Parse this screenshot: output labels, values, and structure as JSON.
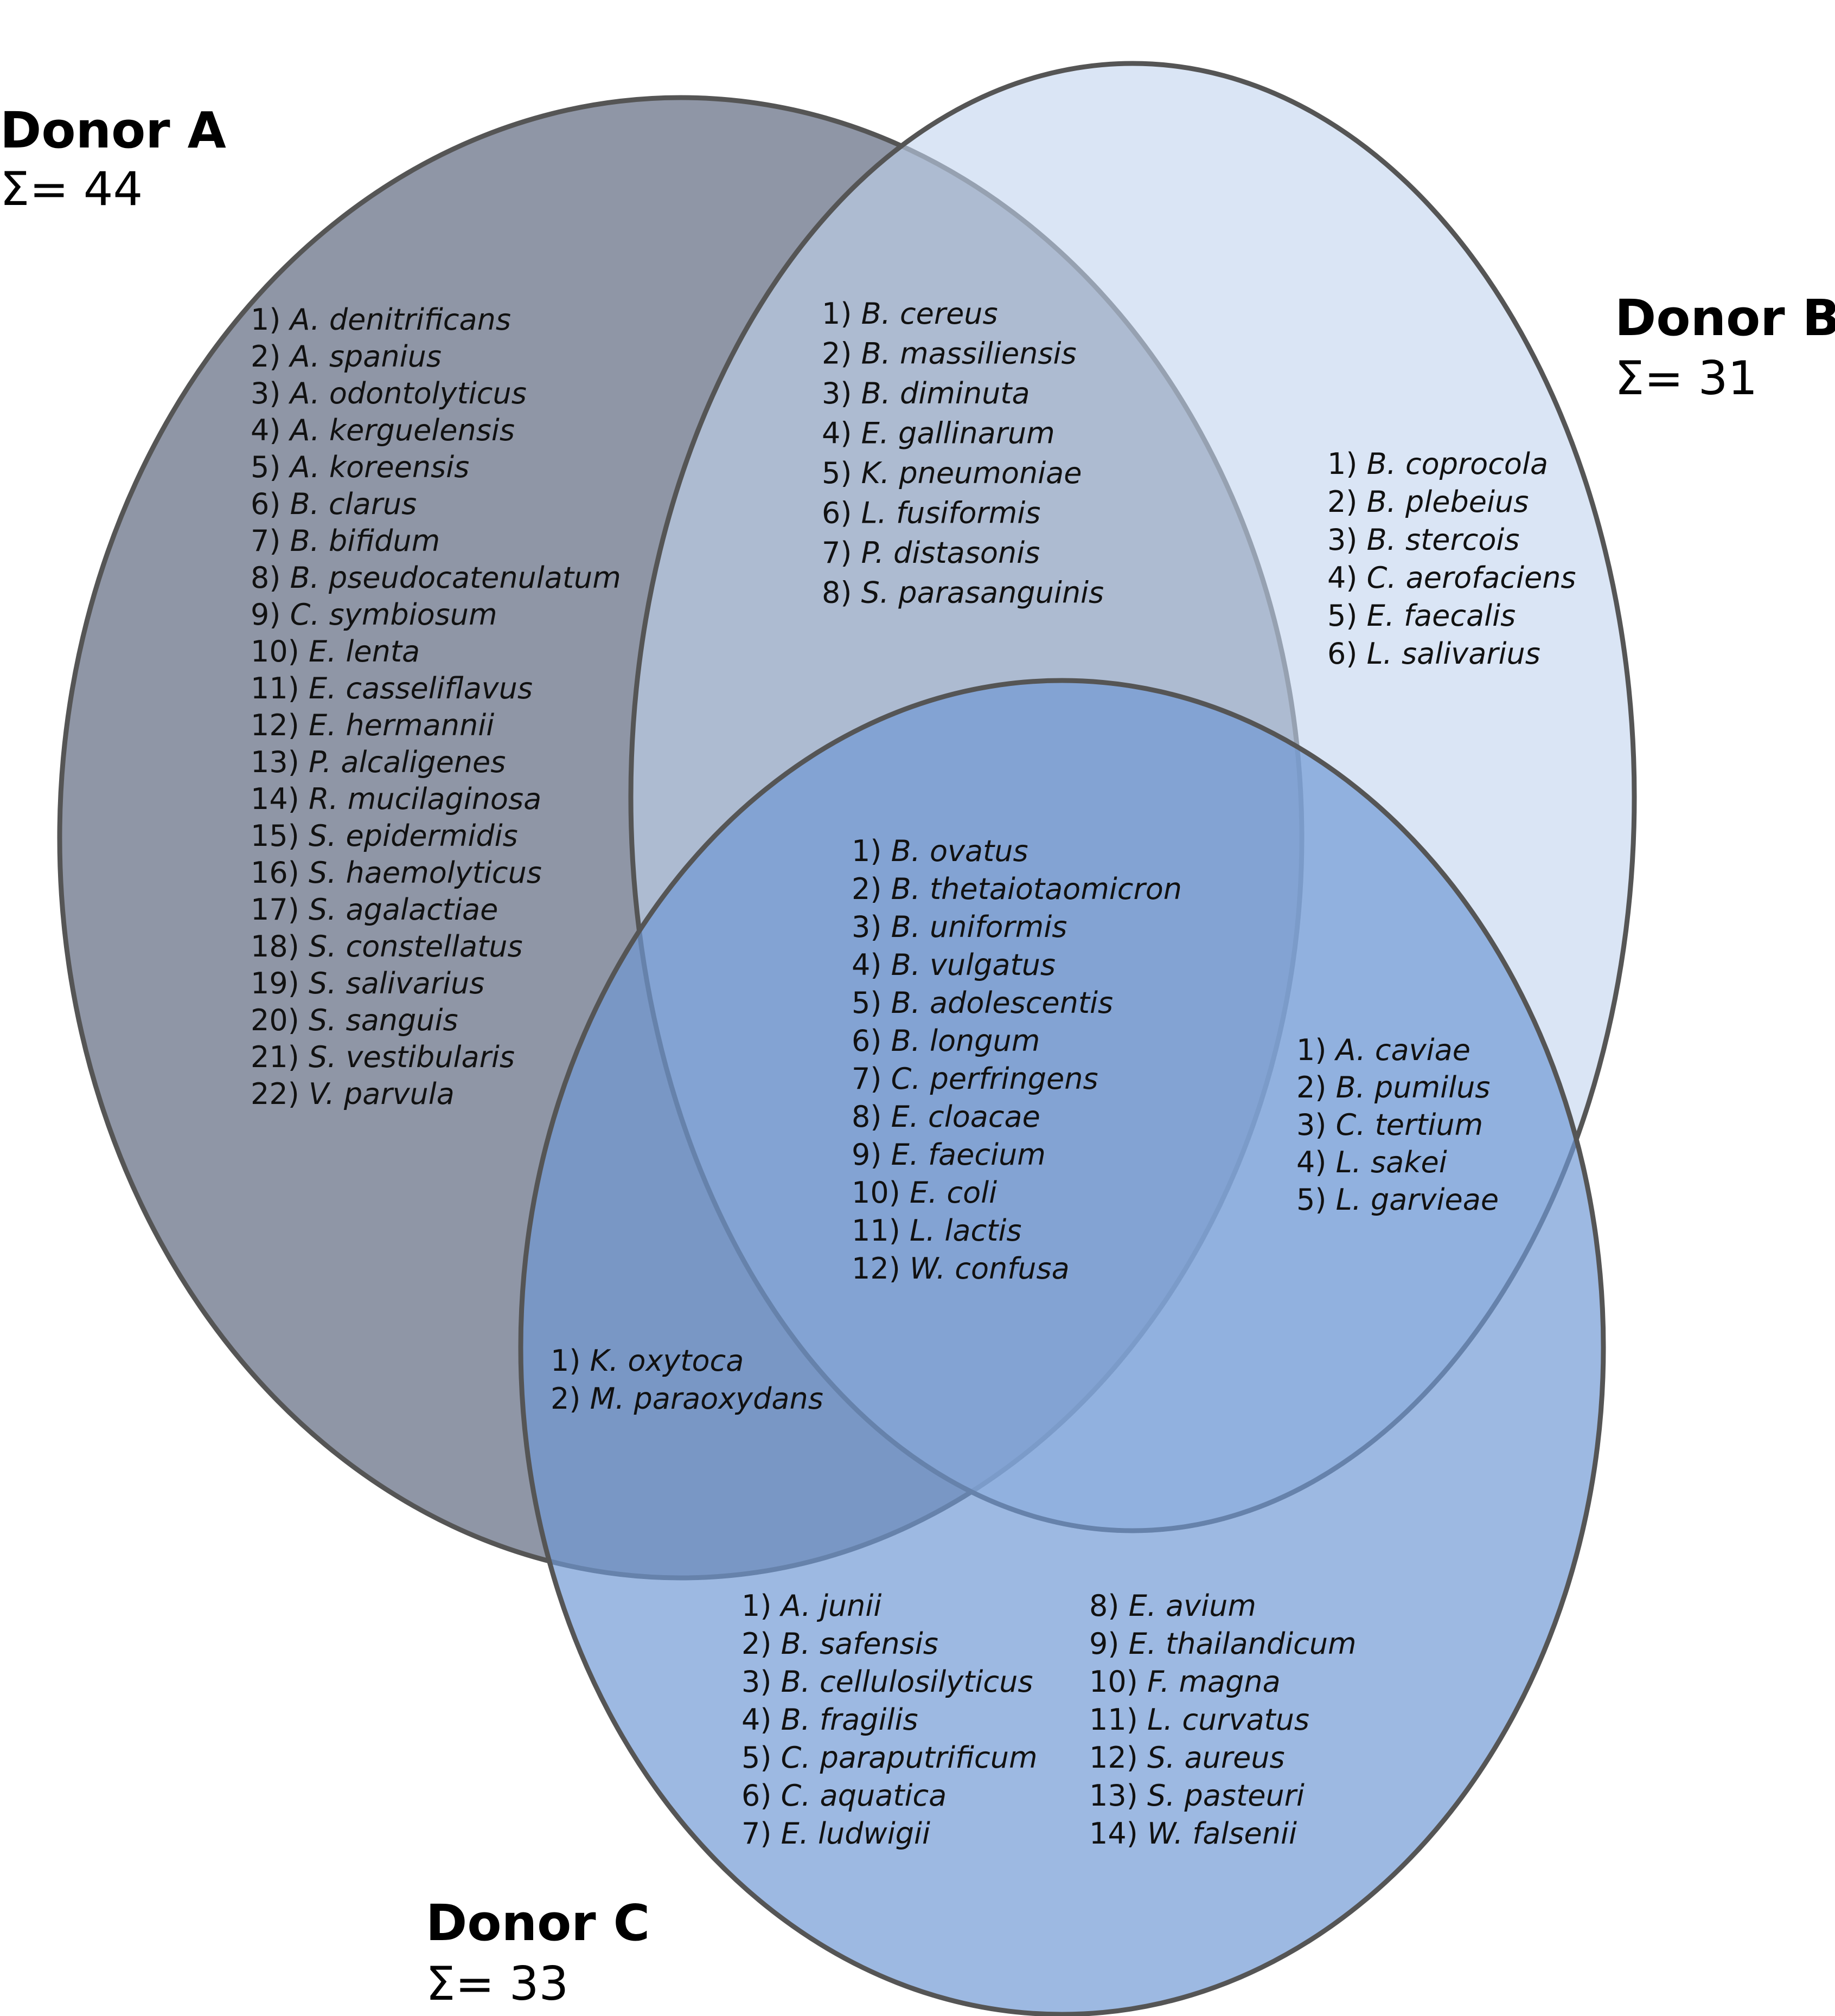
{
  "colors": {
    "donor_a": "#4a5670",
    "donor_b": "#c2d4ef",
    "donor_c": "#6f98d4",
    "outline": "#555555"
  },
  "donors": {
    "a": {
      "name": "Donor A",
      "sum": "Σ= 44"
    },
    "b": {
      "name": "Donor B",
      "sum": "Σ= 31"
    },
    "c": {
      "name": "Donor C",
      "sum": "Σ= 33"
    }
  },
  "regions": {
    "a_only": [
      {
        "num": "1)",
        "name": "A. denitrificans"
      },
      {
        "num": "2)",
        "name": "A. spanius"
      },
      {
        "num": "3)",
        "name": "A. odontolyticus"
      },
      {
        "num": "4)",
        "name": "A. kerguelensis"
      },
      {
        "num": "5)",
        "name": "A. koreensis"
      },
      {
        "num": "6)",
        "name": "B. clarus"
      },
      {
        "num": "7)",
        "name": "B. bifidum"
      },
      {
        "num": "8)",
        "name": "B. pseudocatenulatum"
      },
      {
        "num": "9)",
        "name": "C. symbiosum"
      },
      {
        "num": "10)",
        "name": "E. lenta"
      },
      {
        "num": "11)",
        "name": "E. casseliflavus"
      },
      {
        "num": "12)",
        "name": "E. hermannii"
      },
      {
        "num": "13)",
        "name": "P. alcaligenes"
      },
      {
        "num": "14)",
        "name": "R. mucilaginosa"
      },
      {
        "num": "15)",
        "name": "S. epidermidis"
      },
      {
        "num": "16)",
        "name": "S. haemolyticus"
      },
      {
        "num": "17)",
        "name": "S. agalactiae"
      },
      {
        "num": "18)",
        "name": "S. constellatus"
      },
      {
        "num": "19)",
        "name": "S. salivarius"
      },
      {
        "num": "20)",
        "name": "S. sanguis"
      },
      {
        "num": "21)",
        "name": "S. vestibularis"
      },
      {
        "num": "22)",
        "name": "V. parvula"
      }
    ],
    "ab": [
      {
        "num": "1)",
        "name": "B. cereus"
      },
      {
        "num": "2)",
        "name": "B. massiliensis"
      },
      {
        "num": "3)",
        "name": "B. diminuta"
      },
      {
        "num": "4)",
        "name": "E. gallinarum"
      },
      {
        "num": "5)",
        "name": "K. pneumoniae"
      },
      {
        "num": "6)",
        "name": "L. fusiformis"
      },
      {
        "num": "7)",
        "name": "P. distasonis"
      },
      {
        "num": "8)",
        "name": "S. parasanguinis"
      }
    ],
    "b_only": [
      {
        "num": "1)",
        "name": "B. coprocola"
      },
      {
        "num": "2)",
        "name": "B. plebeius"
      },
      {
        "num": "3)",
        "name": "B. stercois"
      },
      {
        "num": "4)",
        "name": "C. aerofaciens"
      },
      {
        "num": "5)",
        "name": "E. faecalis"
      },
      {
        "num": "6)",
        "name": "L. salivarius"
      }
    ],
    "abc": [
      {
        "num": "1)",
        "name": "B. ovatus"
      },
      {
        "num": "2)",
        "name": "B. thetaiotaomicron"
      },
      {
        "num": "3)",
        "name": "B. uniformis"
      },
      {
        "num": "4)",
        "name": "B. vulgatus"
      },
      {
        "num": "5)",
        "name": "B. adolescentis"
      },
      {
        "num": "6)",
        "name": "B. longum"
      },
      {
        "num": "7)",
        "name": "C. perfringens"
      },
      {
        "num": "8)",
        "name": "E. cloacae"
      },
      {
        "num": "9)",
        "name": "E. faecium"
      },
      {
        "num": "10)",
        "name": "E. coli"
      },
      {
        "num": "11)",
        "name": "L. lactis"
      },
      {
        "num": "12)",
        "name": "W. confusa"
      }
    ],
    "bc": [
      {
        "num": "1)",
        "name": "A. caviae"
      },
      {
        "num": "2)",
        "name": "B. pumilus"
      },
      {
        "num": "3)",
        "name": "C. tertium"
      },
      {
        "num": "4)",
        "name": "L. sakei"
      },
      {
        "num": "5)",
        "name": "L. garvieae"
      }
    ],
    "ac": [
      {
        "num": "1)",
        "name": "K. oxytoca"
      },
      {
        "num": "2)",
        "name": "M. paraoxydans"
      }
    ],
    "c_only_left": [
      {
        "num": "1)",
        "name": "A. junii"
      },
      {
        "num": "2)",
        "name": "B. safensis"
      },
      {
        "num": "3)",
        "name": "B. cellulosilyticus"
      },
      {
        "num": "4)",
        "name": "B. fragilis"
      },
      {
        "num": "5)",
        "name": "C. paraputrificum"
      },
      {
        "num": "6)",
        "name": "C. aquatica"
      },
      {
        "num": "7)",
        "name": "E. ludwigii"
      }
    ],
    "c_only_right": [
      {
        "num": "8)",
        "name": "E. avium"
      },
      {
        "num": "9)",
        "name": "E. thailandicum"
      },
      {
        "num": "10)",
        "name": "F. magna"
      },
      {
        "num": "11)",
        "name": "L. curvatus"
      },
      {
        "num": "12)",
        "name": "S. aureus"
      },
      {
        "num": "13)",
        "name": "S. pasteuri"
      },
      {
        "num": "14)",
        "name": "W. falsenii"
      }
    ]
  }
}
